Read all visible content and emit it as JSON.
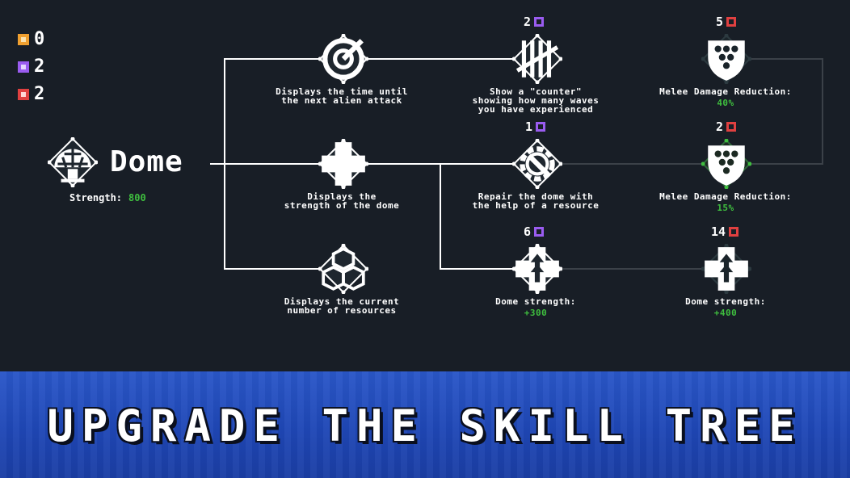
{
  "resources": [
    {
      "name": "orange-resource",
      "color": "#f0a030",
      "value": "0"
    },
    {
      "name": "purple-resource",
      "color": "#9a5cf0",
      "value": "2"
    },
    {
      "name": "red-resource",
      "color": "#e04040",
      "value": "2"
    }
  ],
  "root": {
    "title": "Dome",
    "strength_label": "Strength:",
    "strength_value": "800",
    "icon": "dome-icon"
  },
  "nodes": {
    "timer": {
      "label1": "Displays the time until",
      "label2": "the next alien attack",
      "icon": "radar-icon"
    },
    "strength": {
      "label1": "Displays the",
      "label2": "strength of the dome",
      "icon": "cross-icon"
    },
    "resources": {
      "label1": "Displays the current",
      "label2": "number of resources",
      "icon": "cubes-icon"
    },
    "counter": {
      "cost": "2",
      "cost_color": "#9a5cf0",
      "label1": "Show a \"counter\"",
      "label2": "showing how many waves",
      "label3": "you have experienced",
      "icon": "tally-icon"
    },
    "repair": {
      "cost": "1",
      "cost_color": "#9a5cf0",
      "label1": "Repair the dome with",
      "label2": "the help of a resource",
      "icon": "gear-wrench-icon"
    },
    "strength300": {
      "cost": "6",
      "cost_color": "#9a5cf0",
      "label1": "Dome strength:",
      "value": "+300",
      "icon": "shield-arrow-icon"
    },
    "melee40": {
      "cost": "5",
      "cost_color": "#e04040",
      "label1": "Melee Damage Reduction:",
      "value": "40%",
      "icon": "shield-scales-icon"
    },
    "melee15": {
      "cost": "2",
      "cost_color": "#e04040",
      "label1": "Melee Damage Reduction:",
      "value": "15%",
      "icon": "shield-scales-icon"
    },
    "strength400": {
      "cost": "14",
      "cost_color": "#e04040",
      "label1": "Dome strength:",
      "value": "+400",
      "icon": "shield-arrow-icon"
    }
  },
  "banner": {
    "title": "UPGRADE THE SKILL TREE"
  }
}
